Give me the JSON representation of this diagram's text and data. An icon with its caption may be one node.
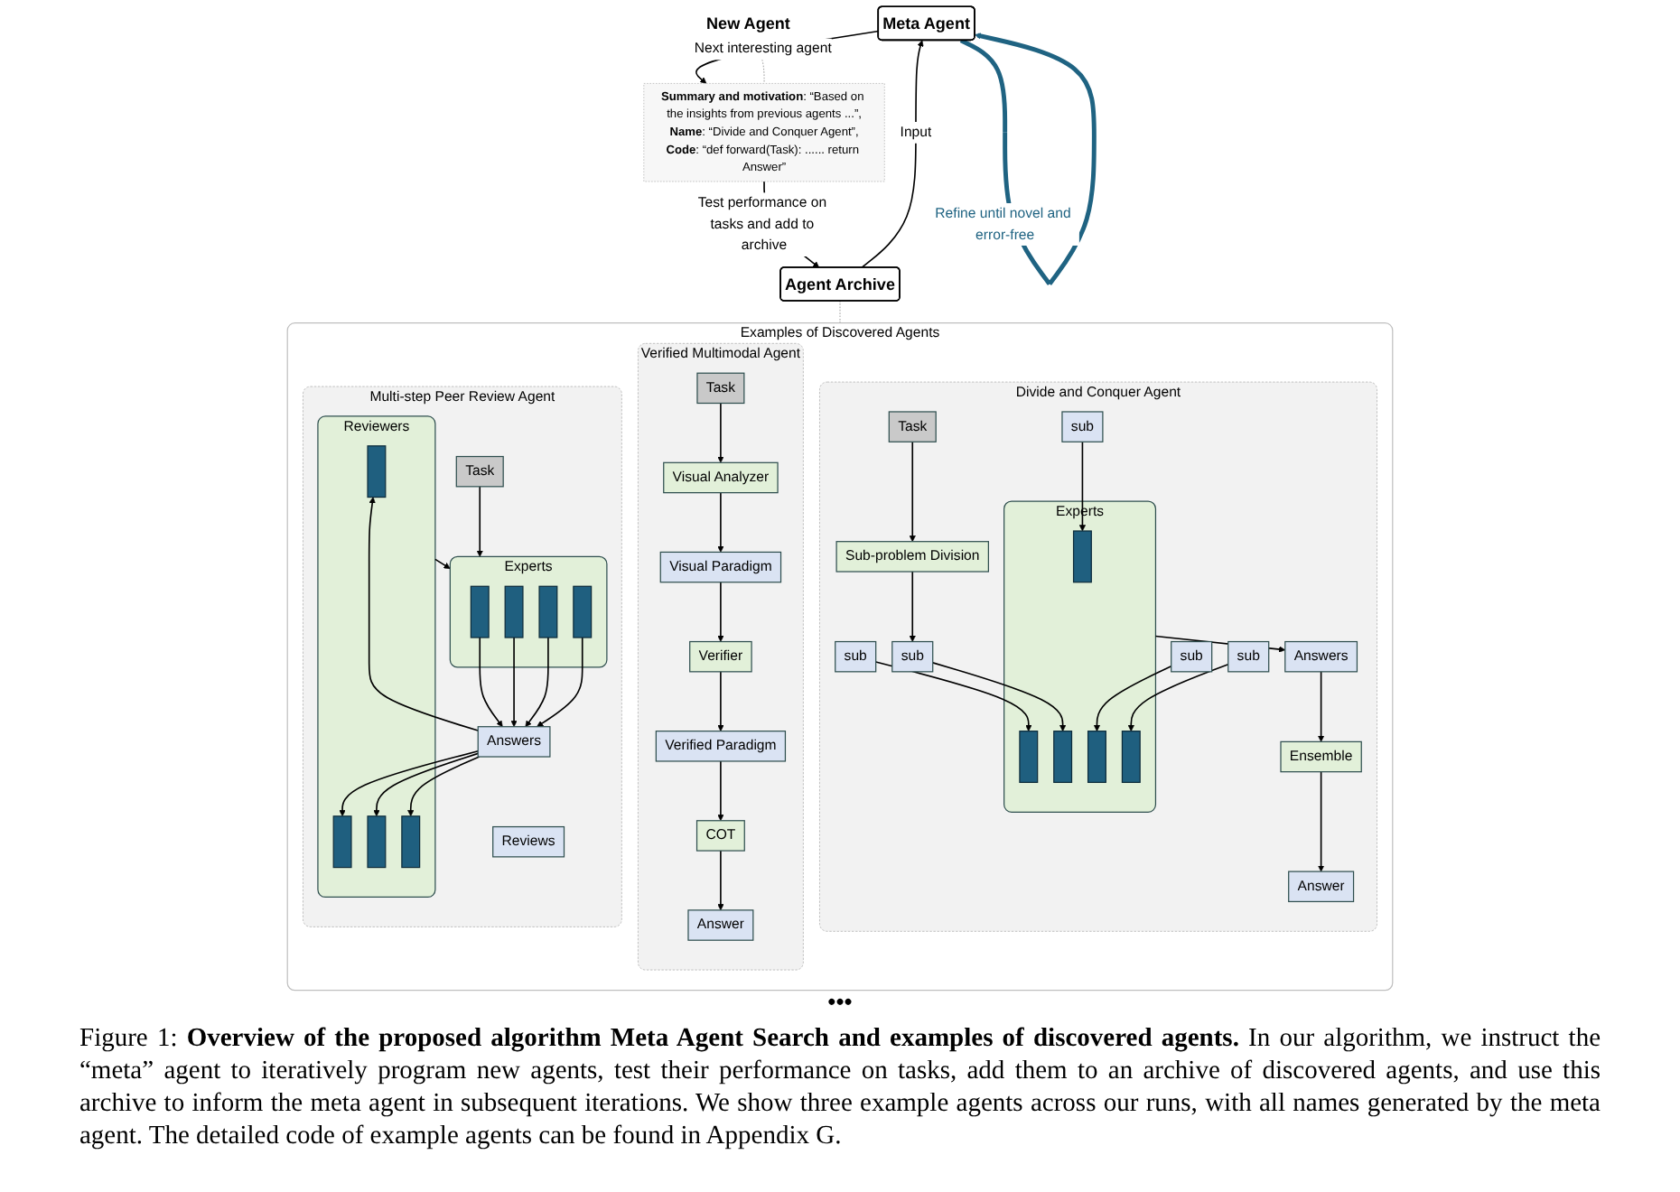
{
  "diagram": {
    "caption": "Figure 1: **Overview of the proposed algorithm Meta Agent Search and examples of discovered agents.** In our algorithm, we instruct the “meta” agent to iteratively program new agents, test their performance on tasks, add them to an archive of discovered agents, and use this archive to inform the meta agent in subsequent iterations. We show three example agents across our runs, with all names generated by the meta agent. The detailed code of example agents can be found in Appendix G.",
    "nodes": [
      {
        "text": [
          "Meta Agent"
        ]
      },
      {
        "text": [
          "New Agent"
        ]
      },
      {
        "text": [
          "**Summary and motivation**: “Based on the insights from previous agents ...”,",
          "**Name**: “Divide and Conquer Agent”,",
          "**Code**: “def forward(Task): ...... return Answer”"
        ]
      },
      {
        "text": [
          "Agent Archive"
        ]
      },
      {
        "text": [
          "Examples of Discovered Agents"
        ]
      },
      {
        "text": [
          "Multi-step Peer Review Agent"
        ],
        "in": 4
      },
      {
        "text": [
          "Task"
        ],
        "in": 5
      },
      {
        "text": [
          "Experts"
        ],
        "in": 5
      },
      {
        "text": [],
        "shape": "bar",
        "in": 7
      },
      {
        "text": [],
        "shape": "bar",
        "in": 7
      },
      {
        "text": [],
        "shape": "bar",
        "in": 7
      },
      {
        "text": [],
        "shape": "bar",
        "in": 7
      },
      {
        "text": [
          "Answers"
        ],
        "in": 5
      },
      {
        "text": [
          "Reviewers"
        ],
        "in": 5
      },
      {
        "text": [],
        "shape": "bar",
        "in": 13
      },
      {
        "text": [],
        "shape": "bar",
        "in": 13
      },
      {
        "text": [],
        "shape": "bar",
        "in": 13
      },
      {
        "text": [],
        "shape": "bar",
        "in": 13
      },
      {
        "text": [
          "Reviews"
        ],
        "in": 5
      },
      {
        "text": [
          "Verified Multimodal Agent"
        ],
        "in": 4
      },
      {
        "text": [
          "Task"
        ],
        "in": 19
      },
      {
        "text": [
          "Visual Analyzer"
        ],
        "in": 19
      },
      {
        "text": [
          "Visual Paradigm"
        ],
        "in": 19
      },
      {
        "text": [
          "Verifier"
        ],
        "in": 19
      },
      {
        "text": [
          "Verified Paradigm"
        ],
        "in": 19
      },
      {
        "text": [
          "COT"
        ],
        "in": 19
      },
      {
        "text": [
          "Answer"
        ],
        "in": 19
      },
      {
        "text": [
          "Divide and Conquer Agent"
        ],
        "in": 4
      },
      {
        "text": [
          "Task"
        ],
        "in": 27
      },
      {
        "text": [
          "Sub-problem Division"
        ],
        "in": 27
      },
      {
        "text": [
          "sub"
        ],
        "in": 27
      },
      {
        "text": [
          "sub"
        ],
        "in": 27
      },
      {
        "text": [
          "sub"
        ],
        "in": 27
      },
      {
        "text": [
          "sub"
        ],
        "in": 27
      },
      {
        "text": [
          "sub"
        ],
        "in": 27
      },
      {
        "text": [
          "Experts"
        ],
        "in": 27
      },
      {
        "text": [],
        "shape": "bar",
        "in": 35
      },
      {
        "text": [],
        "shape": "bar",
        "in": 35
      },
      {
        "text": [],
        "shape": "bar",
        "in": 35
      },
      {
        "text": [],
        "shape": "bar",
        "in": 35
      },
      {
        "text": [],
        "shape": "bar",
        "in": 35
      },
      {
        "text": [
          "Answers"
        ],
        "in": 27
      },
      {
        "text": [
          "Ensemble"
        ],
        "in": 27
      },
      {
        "text": [
          "Answer"
        ],
        "in": 27
      }
    ],
    "edges": [
      {
        "from": 0,
        "to": 2,
        "arrow": "to",
        "label": "Next interesting agent"
      },
      {
        "from": 1,
        "to": 2,
        "arrow": "none",
        "style": "dashed",
        "color": "#a6a6a6"
      },
      {
        "from": 2,
        "to": 3,
        "arrow": "to",
        "label": "Test performance on tasks and add to archive"
      },
      {
        "from": 3,
        "to": 0,
        "arrow": "to",
        "label": "Input"
      },
      {
        "from": 0,
        "to": 0,
        "arrow": "to",
        "label": "Refine until novel and error-free",
        "style": "thick",
        "color": "#1f6382"
      },
      {
        "from": 3,
        "to": 4,
        "arrow": "none",
        "style": "dashed",
        "color": "#a6a6a6"
      },
      {
        "from": 6,
        "to": 7,
        "arrow": "to"
      },
      {
        "from": 8,
        "to": 12,
        "arrow": "to"
      },
      {
        "from": 9,
        "to": 12,
        "arrow": "to"
      },
      {
        "from": 10,
        "to": 12,
        "arrow": "to"
      },
      {
        "from": 11,
        "to": 12,
        "arrow": "to"
      },
      {
        "from": 12,
        "to": 14,
        "arrow": "to"
      },
      {
        "from": 12,
        "to": 15,
        "arrow": "to"
      },
      {
        "from": 12,
        "to": 16,
        "arrow": "to"
      },
      {
        "from": 12,
        "to": 17,
        "arrow": "to"
      },
      {
        "from": 13,
        "to": 7,
        "arrow": "to"
      },
      {
        "from": 20,
        "to": 21,
        "arrow": "to"
      },
      {
        "from": 21,
        "to": 22,
        "arrow": "to"
      },
      {
        "from": 22,
        "to": 23,
        "arrow": "to"
      },
      {
        "from": 23,
        "to": 24,
        "arrow": "to"
      },
      {
        "from": 24,
        "to": 25,
        "arrow": "to"
      },
      {
        "from": 25,
        "to": 26,
        "arrow": "to"
      },
      {
        "from": 28,
        "to": 29,
        "arrow": "to"
      },
      {
        "from": 29,
        "to": 32,
        "arrow": "to"
      },
      {
        "from": 30,
        "to": 36,
        "arrow": "to"
      },
      {
        "from": 31,
        "to": 37,
        "arrow": "to"
      },
      {
        "from": 32,
        "to": 38,
        "arrow": "to"
      },
      {
        "from": 33,
        "to": 39,
        "arrow": "to"
      },
      {
        "from": 34,
        "to": 40,
        "arrow": "to"
      },
      {
        "from": 35,
        "to": 41,
        "arrow": "to"
      },
      {
        "from": 41,
        "to": 42,
        "arrow": "to"
      },
      {
        "from": 42,
        "to": 43,
        "arrow": "to"
      }
    ],
    "labels": [
      "•••"
    ]
  }
}
